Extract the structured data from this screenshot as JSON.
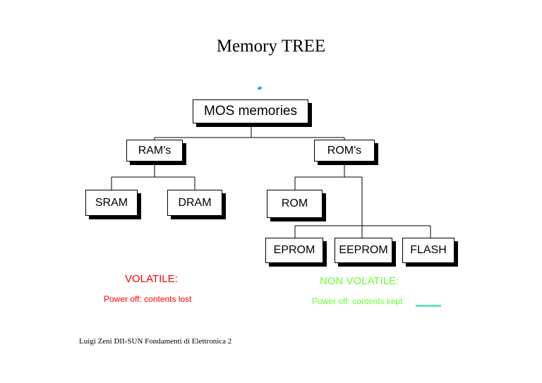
{
  "slide": {
    "title": "Memory TREE",
    "footer": "Luigi Zeni DII-SUN  Fondamenti di Elettronica 2"
  },
  "nodes": {
    "mos": "MOS memories",
    "ram": "RAM's",
    "rom_group": "ROM's",
    "sram": "SRAM",
    "dram": "DRAM",
    "rom": "ROM",
    "eprom": "EPROM",
    "eeprom": "EEPROM",
    "flash": "FLASH"
  },
  "volatile": {
    "heading": "VOLATILE:",
    "note": "Power off: contents lost",
    "color": "#ff0000"
  },
  "non_volatile": {
    "heading": "NON VOLATILE:",
    "note": "Power off: contents kept",
    "color": "#66ff33"
  }
}
